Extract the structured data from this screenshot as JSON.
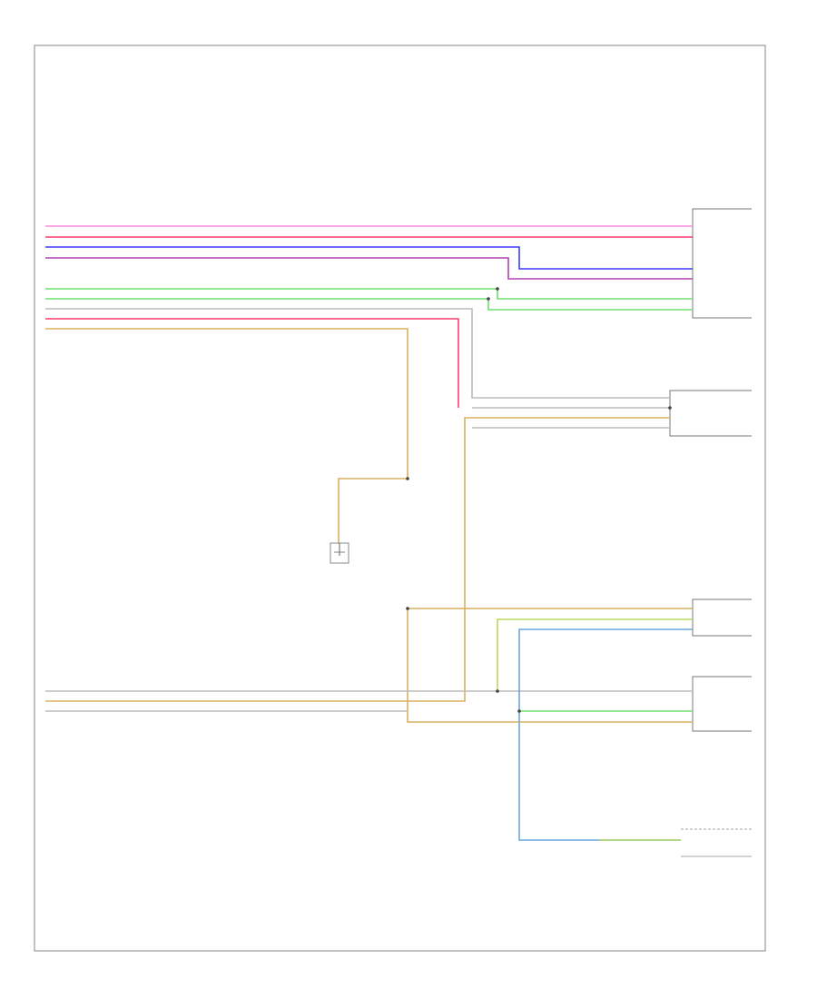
{
  "diagram": {
    "footer_code": "",
    "connectors": [
      {
        "id": "c1",
        "label_line1": "",
        "label_line2": ""
      },
      {
        "id": "c2",
        "label_line1": "",
        "label_line2": ""
      },
      {
        "id": "c3",
        "label_line1": "",
        "label_line2": ""
      },
      {
        "id": "c4",
        "label_line1": "",
        "label_line2": ""
      },
      {
        "id": "c5",
        "label_line1": "",
        "label_line2": ""
      },
      {
        "id": "c6",
        "label_line1": "",
        "label_line2": ""
      }
    ],
    "ground": {
      "label_line1": "",
      "label_line2": ""
    },
    "wire_colors": {
      "pink": "#ff88dd",
      "red": "#ff3c6e",
      "blue": "#3c3cff",
      "violet": "#b040b0",
      "green": "#6ee06e",
      "tan": "#d8b060",
      "grey": "#bbbbbb",
      "lightblue": "#6aa8e0",
      "yellowgreen": "#b8d860"
    }
  }
}
